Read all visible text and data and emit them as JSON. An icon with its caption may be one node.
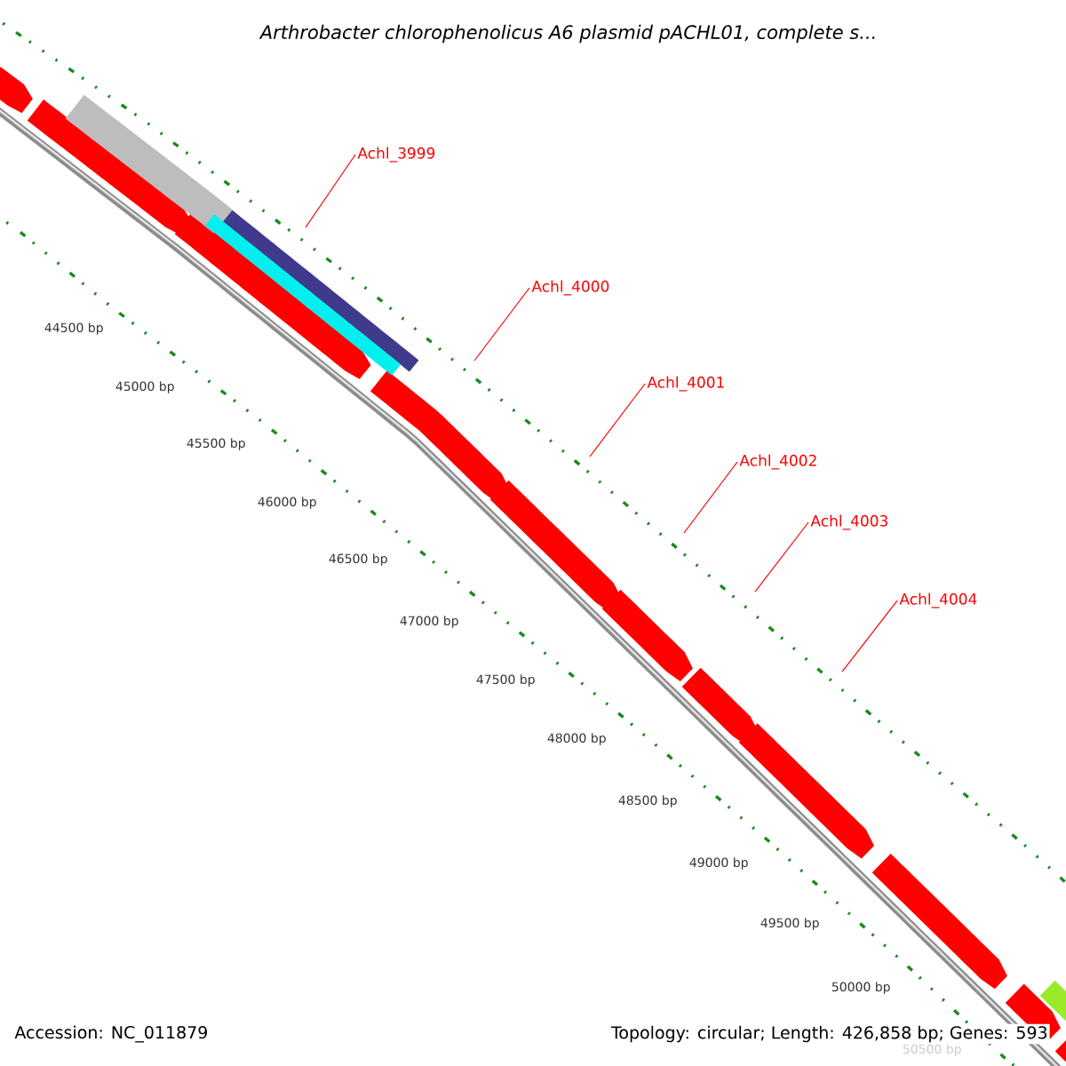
{
  "diagram": {
    "title": "Arthrobacter chlorophenolicus A6 plasmid pACHL01, complete s...",
    "nodes": [
      {
        "text": [
          "Achl_3999"
        ]
      },
      {
        "text": [
          "Achl_4000"
        ]
      },
      {
        "text": [
          "Achl_4001"
        ]
      },
      {
        "text": [
          "Achl_4002"
        ]
      },
      {
        "text": [
          "Achl_4003"
        ]
      },
      {
        "text": [
          "Achl_4004"
        ]
      }
    ],
    "edges": [
      {
        "from": 0,
        "to": null,
        "arrow": "none"
      },
      {
        "from": 1,
        "to": null,
        "arrow": "none"
      },
      {
        "from": 2,
        "to": null,
        "arrow": "none"
      },
      {
        "from": 3,
        "to": null,
        "arrow": "none"
      },
      {
        "from": 4,
        "to": null,
        "arrow": "none"
      },
      {
        "from": 5,
        "to": null,
        "arrow": "none"
      }
    ],
    "labels": [
      "44500 bp",
      "45000 bp",
      "45500 bp",
      "46000 bp",
      "46500 bp",
      "47000 bp",
      "47500 bp",
      "48000 bp",
      "48500 bp",
      "49000 bp",
      "49500 bp",
      "50000 bp",
      "50500 bp",
      "Accession: NC_011879",
      "Topology: circular; Length: 426,858 bp; Genes: 593"
    ]
  }
}
